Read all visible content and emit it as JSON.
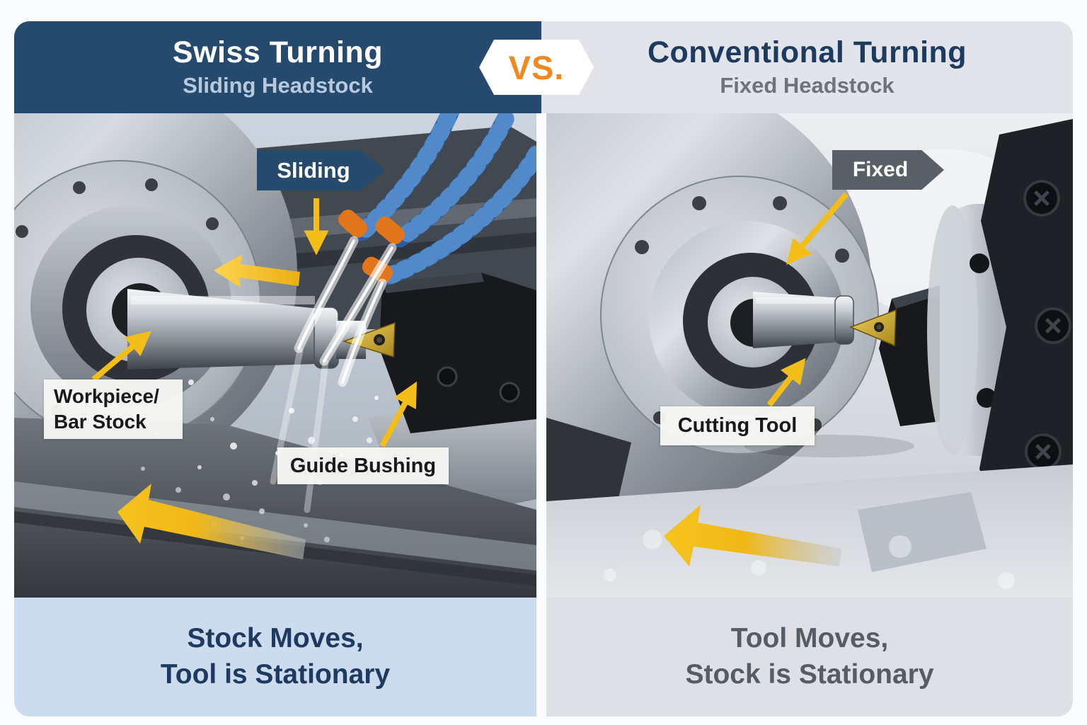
{
  "colors": {
    "navy": "#254a6e",
    "header_gray_bg": "#e2e4e9",
    "title_navy": "#1d3b61",
    "subtitle_light_blue": "#b7c9dd",
    "subtitle_gray": "#6d7379",
    "vs_orange": "#ee8a1f",
    "arrow_yellow": "#f3be1a",
    "fixed_tag_gray": "#585f66",
    "caption_blue_bg": "#ccdcee",
    "caption_blue_text": "#1e3a60",
    "caption_gray_bg": "#dee0e5",
    "caption_gray_text": "#565c66",
    "label_box_bg": "#f8f8f6",
    "label_text": "#17191c"
  },
  "header": {
    "left": {
      "title": "Swiss Turning",
      "subtitle": "Sliding Headstock"
    },
    "vs": "VS.",
    "right": {
      "title": "Conventional Turning",
      "subtitle": "Fixed Headstock"
    }
  },
  "left_panel": {
    "tag_label": "Sliding",
    "workpiece_label_line1": "Workpiece/",
    "workpiece_label_line2": "Bar Stock",
    "guide_bushing_label": "Guide Bushing",
    "caption_line1": "Stock Moves,",
    "caption_line2": "Tool is Stationary"
  },
  "right_panel": {
    "tag_label": "Fixed",
    "cutting_tool_label": "Cutting Tool",
    "caption_line1": "Tool Moves,",
    "caption_line2": "Stock is Stationary"
  },
  "icons": {
    "vs_badge": "hexagon-badge",
    "sliding_tag": "right-pointed-tag",
    "fixed_tag": "right-pointed-tag",
    "direction_arrows": "yellow-arrow"
  }
}
